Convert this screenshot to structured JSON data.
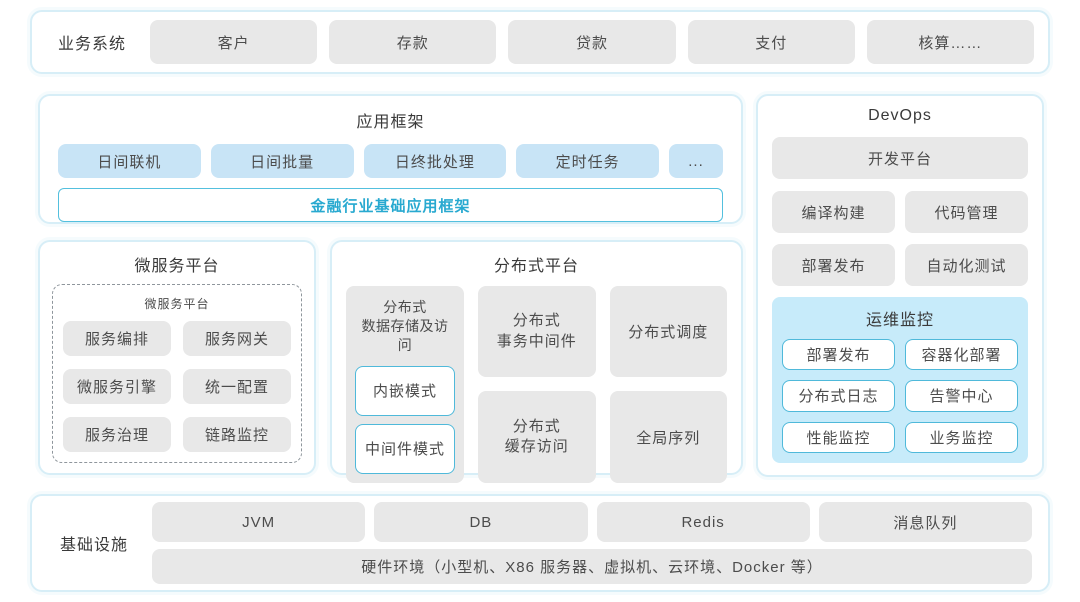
{
  "business_systems": {
    "label": "业务系统",
    "items": [
      "客户",
      "存款",
      "贷款",
      "支付",
      "核算……"
    ]
  },
  "app_framework": {
    "title": "应用框架",
    "items": [
      "日间联机",
      "日间批量",
      "日终批处理",
      "定时任务",
      "..."
    ],
    "base": "金融行业基础应用框架"
  },
  "microservice": {
    "title": "微服务平台",
    "inner_title": "微服务平台",
    "items": [
      "服务编排",
      "服务网关",
      "微服务引擎",
      "统一配置",
      "服务治理",
      "链路监控"
    ]
  },
  "distributed": {
    "title": "分布式平台",
    "storage": {
      "title": "分布式\n数据存储及访问",
      "modes": [
        "内嵌模式",
        "中间件模式"
      ]
    },
    "blocks": [
      "分布式\n事务中间件",
      "分布式\n缓存访问",
      "分布式调度",
      "全局序列"
    ]
  },
  "devops": {
    "title": "DevOps",
    "dev_platform": "开发平台",
    "items": [
      "编译构建",
      "代码管理",
      "部署发布",
      "自动化测试"
    ],
    "ops_monitor": {
      "title": "运维监控",
      "items": [
        "部署发布",
        "容器化部署",
        "分布式日志",
        "告警中心",
        "性能监控",
        "业务监控"
      ]
    }
  },
  "infrastructure": {
    "label": "基础设施",
    "items": [
      "JVM",
      "DB",
      "Redis",
      "消息队列"
    ],
    "hardware": "硬件环境（小型机、X86 服务器、虚拟机、云环境、Docker 等）"
  },
  "colors": {
    "panel_border": "#d7eef7",
    "accent_border": "#4fb9da",
    "accent_text": "#28a9d0",
    "block_gray": "#e8e8e8",
    "block_blue": "#c8e4f6",
    "ops_monitor_bg": "#c7ebfa"
  }
}
